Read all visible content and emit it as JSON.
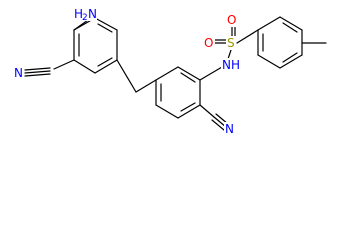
{
  "colors": {
    "background": "#ffffff",
    "bond": "#000000",
    "N": "#0000ff",
    "O": "#ff0000",
    "S": "#999900"
  },
  "labels": {
    "amine_h": "H",
    "amine_sub": "2",
    "amine_n": "N",
    "nitrile1_n": "N",
    "nitrile2_n": "N",
    "sulfonamide_n": "N",
    "sulfonamide_h": "H",
    "sulfonyl_s": "S",
    "sulfonyl_o1": "O",
    "sulfonyl_o2": "O"
  }
}
